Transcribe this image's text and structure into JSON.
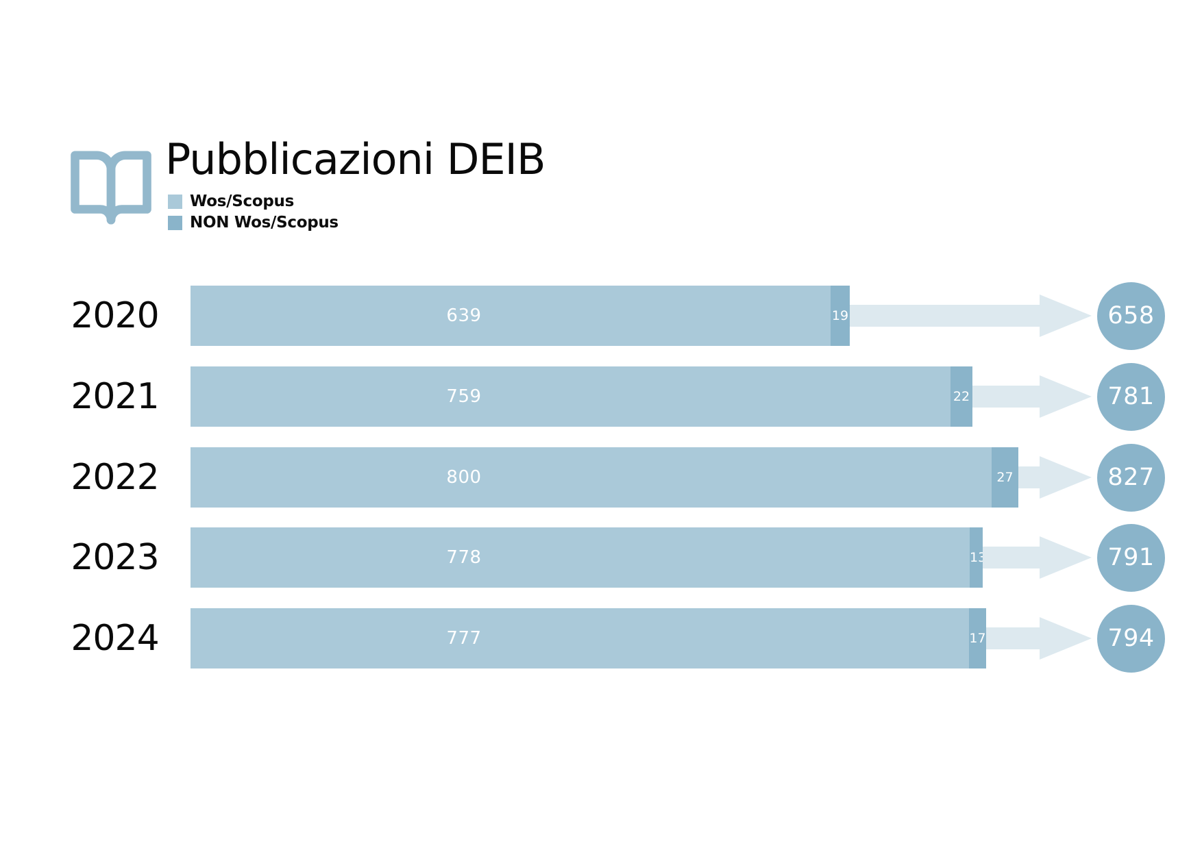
{
  "header": {
    "title": "Pubblicazioni DEIB",
    "icon": "open-book-icon",
    "icon_color": "#93b8cc"
  },
  "legend": {
    "items": [
      {
        "label": "Wos/Scopus",
        "color": "#aac9d9"
      },
      {
        "label": "NON Wos/Scopus",
        "color": "#8ab4ca"
      }
    ]
  },
  "chart_data": {
    "type": "bar",
    "orientation": "horizontal",
    "title": "Pubblicazioni DEIB",
    "categories": [
      "2020",
      "2021",
      "2022",
      "2023",
      "2024"
    ],
    "series": [
      {
        "name": "Wos/Scopus",
        "values": [
          639,
          759,
          800,
          778,
          777
        ],
        "color": "#aac9d9"
      },
      {
        "name": "NON Wos/Scopus",
        "values": [
          19,
          22,
          27,
          13,
          17
        ],
        "color": "#8ab4ca"
      }
    ],
    "totals": [
      658,
      781,
      827,
      791,
      794
    ],
    "xlim": [
      0,
      850
    ],
    "grid": false,
    "legend_position": "top-left",
    "colors": {
      "arrow": "#dde9ef",
      "total_circle": "#8ab4ca",
      "bar_label_text": "#ffffff",
      "category_text": "#0a0a0a"
    }
  }
}
